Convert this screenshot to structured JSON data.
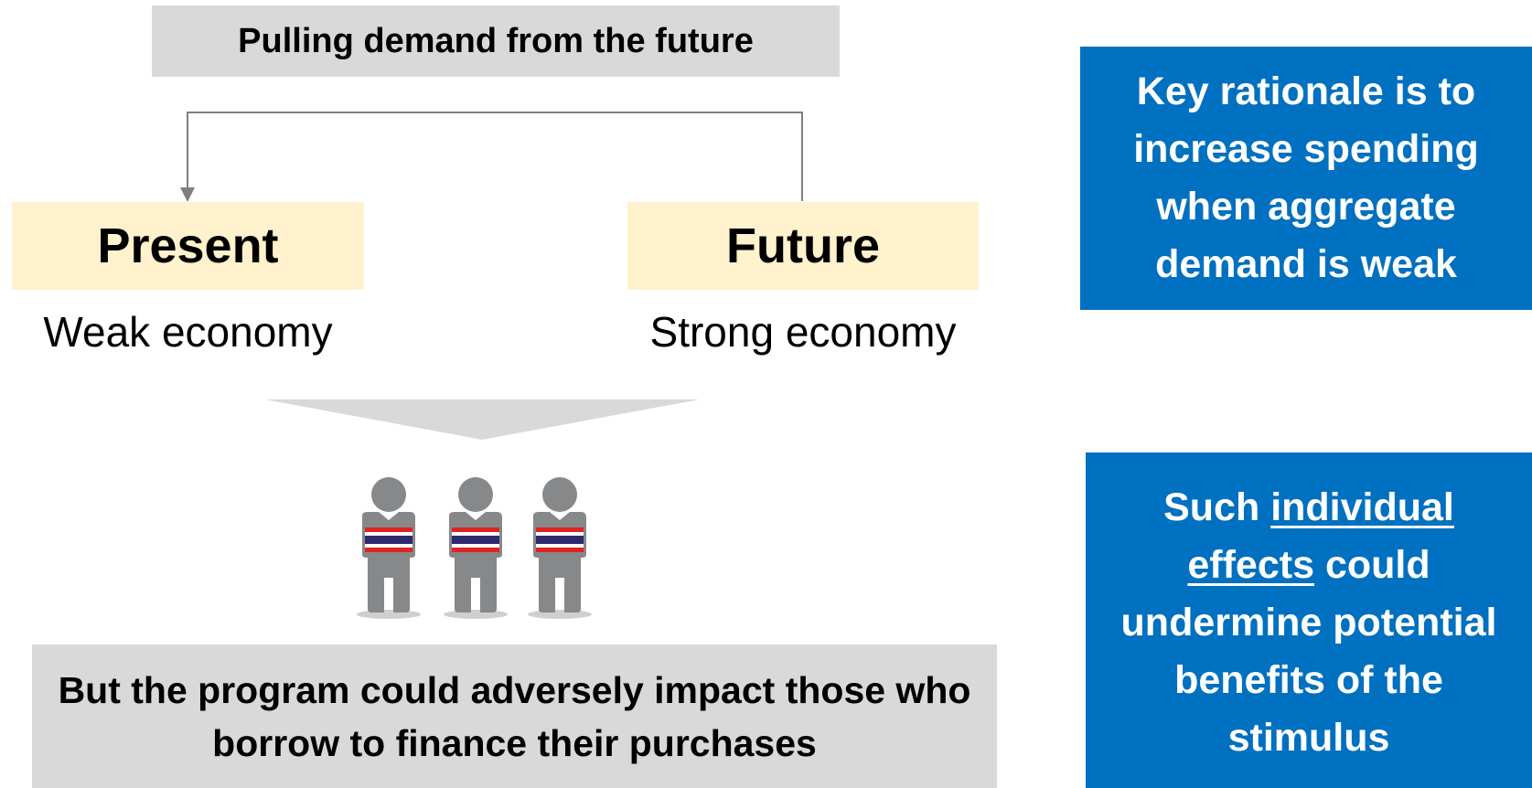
{
  "header": {
    "title": "Pulling demand from the future"
  },
  "present": {
    "label": "Present",
    "caption": "Weak economy"
  },
  "future": {
    "label": "Future",
    "caption": "Strong economy"
  },
  "bottom_box": {
    "line1": "But the program could adversely impact those who",
    "line2": "borrow to finance their purchases"
  },
  "right_box_top": {
    "lines": [
      "Key rationale is to",
      "increase spending",
      "when aggregate",
      "demand is weak"
    ]
  },
  "right_box_bottom": {
    "word_such": "Such ",
    "underlined1": "individual",
    "underlined2": "effects",
    "after_effects": " could",
    "line3": "undermine potential",
    "line4": "benefits of the",
    "line5": "stimulus"
  },
  "icons": [
    "person-thai-flag-icon",
    "person-thai-flag-icon",
    "person-thai-flag-icon"
  ],
  "colors": {
    "blue": "#0070c0",
    "cream": "#fff2cc",
    "gray": "#d9d9d9",
    "person": "#86888a",
    "flag_red": "#e02424",
    "flag_blue": "#2d2a6e"
  }
}
